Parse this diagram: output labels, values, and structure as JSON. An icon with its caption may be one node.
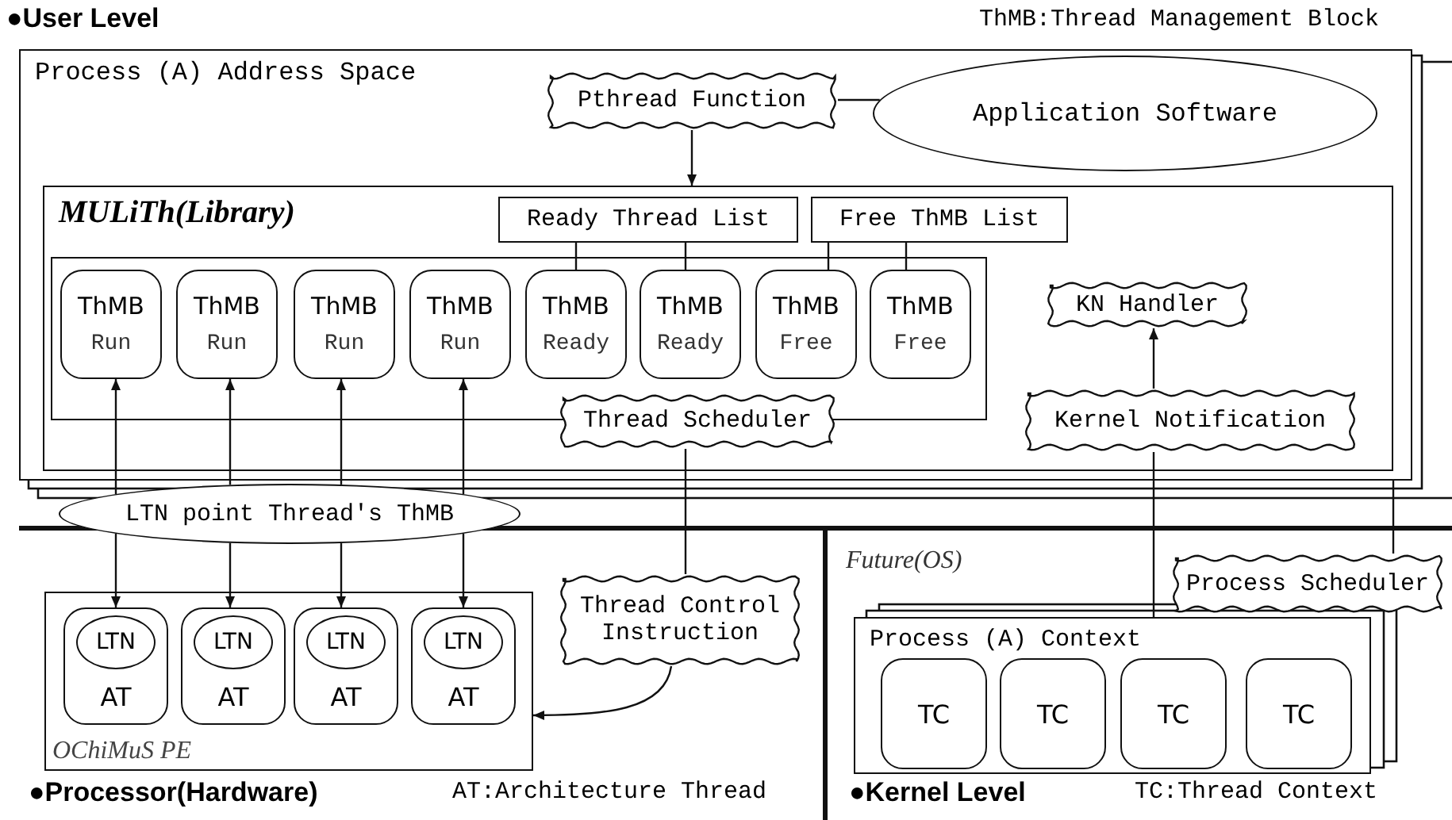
{
  "diagram": {
    "nodes": [
      {
        "text": [
          "Process (A) Address Space"
        ]
      },
      {
        "text": [
          "Pthread Function"
        ],
        "in": 0
      },
      {
        "text": [
          "Application Software"
        ],
        "in": 0
      },
      {
        "text": [
          "MULiTh(Library)"
        ],
        "in": 0
      },
      {
        "text": [
          "Ready Thread List"
        ],
        "in": 3
      },
      {
        "text": [
          "Free ThMB List"
        ],
        "in": 3
      },
      {
        "text": [],
        "shape": "box",
        "in": 3
      },
      {
        "text": [
          "ThMB",
          "Run"
        ],
        "in": 6
      },
      {
        "text": [
          "ThMB",
          "Run"
        ],
        "in": 6
      },
      {
        "text": [
          "ThMB",
          "Run"
        ],
        "in": 6
      },
      {
        "text": [
          "ThMB",
          "Run"
        ],
        "in": 6
      },
      {
        "text": [
          "ThMB",
          "Ready"
        ],
        "in": 6
      },
      {
        "text": [
          "ThMB",
          "Ready"
        ],
        "in": 6
      },
      {
        "text": [
          "ThMB",
          "Free"
        ],
        "in": 6
      },
      {
        "text": [
          "ThMB",
          "Free"
        ],
        "in": 6
      },
      {
        "text": [
          "KN Handler"
        ],
        "in": 3
      },
      {
        "text": [
          "Thread Scheduler"
        ],
        "in": 3
      },
      {
        "text": [
          "Kernel Notification"
        ],
        "in": 3
      },
      {
        "text": [
          "LTN point Thread's ThMB"
        ]
      },
      {
        "text": [
          "OChiMuS PE"
        ]
      },
      {
        "text": [
          "AT"
        ],
        "in": 19
      },
      {
        "text": [
          "LTN"
        ],
        "in": 20
      },
      {
        "text": [
          "AT"
        ],
        "in": 19
      },
      {
        "text": [
          "LTN"
        ],
        "in": 22
      },
      {
        "text": [
          "AT"
        ],
        "in": 19
      },
      {
        "text": [
          "LTN"
        ],
        "in": 24
      },
      {
        "text": [
          "AT"
        ],
        "in": 19
      },
      {
        "text": [
          "LTN"
        ],
        "in": 26
      },
      {
        "text": [
          "Thread Control Instruction"
        ]
      },
      {
        "text": [
          "Process (A) Context"
        ]
      },
      {
        "text": [
          "TC"
        ],
        "in": 29
      },
      {
        "text": [
          "TC"
        ],
        "in": 29
      },
      {
        "text": [
          "TC"
        ],
        "in": 29
      },
      {
        "text": [
          "TC"
        ],
        "in": 29
      },
      {
        "text": [
          "Process Scheduler"
        ]
      }
    ],
    "edges": [
      {
        "from": 1,
        "to": 3,
        "arrow": "to"
      },
      {
        "from": 1,
        "to": 2,
        "arrow": "none"
      },
      {
        "from": 4,
        "to": 11,
        "arrow": "none"
      },
      {
        "from": 4,
        "to": 12,
        "arrow": "none"
      },
      {
        "from": 5,
        "to": 13,
        "arrow": "none"
      },
      {
        "from": 5,
        "to": 14,
        "arrow": "none"
      },
      {
        "from": 18,
        "to": 7,
        "arrow": "to"
      },
      {
        "from": 18,
        "to": 8,
        "arrow": "to"
      },
      {
        "from": 18,
        "to": 9,
        "arrow": "to"
      },
      {
        "from": 18,
        "to": 10,
        "arrow": "to"
      },
      {
        "from": 18,
        "to": 20,
        "arrow": "to"
      },
      {
        "from": 18,
        "to": 22,
        "arrow": "to"
      },
      {
        "from": 18,
        "to": 24,
        "arrow": "to"
      },
      {
        "from": 18,
        "to": 26,
        "arrow": "to"
      },
      {
        "from": 16,
        "to": 28,
        "arrow": "none"
      },
      {
        "from": 28,
        "to": 19,
        "arrow": "to"
      },
      {
        "from": 17,
        "to": 15,
        "arrow": "to"
      },
      {
        "from": 17,
        "to": 29,
        "arrow": "none"
      },
      {
        "from": 34,
        "to": 0,
        "arrow": "none"
      }
    ],
    "labels": [
      "●User Level",
      "ThMB:Thread Management Block",
      "Future(OS)",
      "●Processor(Hardware)",
      "AT:Architecture Thread",
      "●Kernel Level",
      "TC:Thread Context"
    ]
  }
}
